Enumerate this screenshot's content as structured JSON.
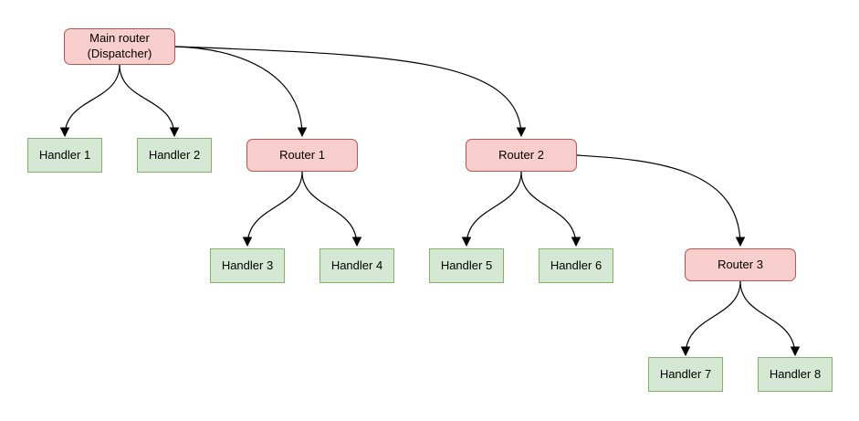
{
  "colors": {
    "canvas-bg": "#ffffff",
    "router-fill": "#f8cecc",
    "router-stroke": "#b85450",
    "handler-fill": "#d5e8d4",
    "handler-stroke": "#82b366",
    "edge-color": "#000000",
    "text-color": "#000000"
  },
  "diagram": {
    "type": "tree-flowchart",
    "nodes": [
      {
        "id": "main-router",
        "type": "router",
        "label": "Main router\n(Dispatcher)"
      },
      {
        "id": "handler-1",
        "type": "handler",
        "label": "Handler 1"
      },
      {
        "id": "handler-2",
        "type": "handler",
        "label": "Handler 2"
      },
      {
        "id": "router-1",
        "type": "router",
        "label": "Router 1"
      },
      {
        "id": "router-2",
        "type": "router",
        "label": "Router 2"
      },
      {
        "id": "handler-3",
        "type": "handler",
        "label": "Handler 3"
      },
      {
        "id": "handler-4",
        "type": "handler",
        "label": "Handler 4"
      },
      {
        "id": "handler-5",
        "type": "handler",
        "label": "Handler 5"
      },
      {
        "id": "handler-6",
        "type": "handler",
        "label": "Handler 6"
      },
      {
        "id": "router-3",
        "type": "router",
        "label": "Router 3"
      },
      {
        "id": "handler-7",
        "type": "handler",
        "label": "Handler 7"
      },
      {
        "id": "handler-8",
        "type": "handler",
        "label": "Handler 8"
      }
    ],
    "edges": [
      {
        "from": "main-router",
        "to": "handler-1"
      },
      {
        "from": "main-router",
        "to": "handler-2"
      },
      {
        "from": "main-router",
        "to": "router-1"
      },
      {
        "from": "main-router",
        "to": "router-2"
      },
      {
        "from": "router-1",
        "to": "handler-3"
      },
      {
        "from": "router-1",
        "to": "handler-4"
      },
      {
        "from": "router-2",
        "to": "handler-5"
      },
      {
        "from": "router-2",
        "to": "handler-6"
      },
      {
        "from": "router-2",
        "to": "router-3"
      },
      {
        "from": "router-3",
        "to": "handler-7"
      },
      {
        "from": "router-3",
        "to": "handler-8"
      }
    ]
  }
}
